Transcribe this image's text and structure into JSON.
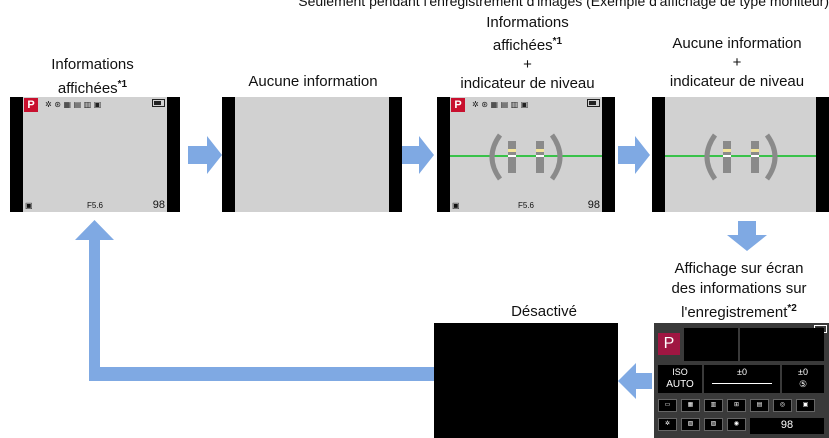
{
  "header_fragment": "Seulement pendant l'enregistrement d'images (Exemple d'affichage de type moniteur)",
  "labels": {
    "s1_line1": "Informations",
    "s1_line2": "affichées",
    "s1_note": "*1",
    "s2": "Aucune information",
    "s3_line1": "Informations",
    "s3_line2": "affichées",
    "s3_note": "*1",
    "s3_plus": "+",
    "s3_line3": "indicateur de niveau",
    "s4_line1": "Aucune information",
    "s4_plus": "+",
    "s4_line2": "indicateur de niveau",
    "s5_line1": "Affichage sur écran",
    "s5_line2": "des informations sur",
    "s5_line3": "l'enregistrement",
    "s5_note": "*2",
    "s6": "Désactivé"
  },
  "screen": {
    "mode": "P",
    "shots_remaining": "98",
    "aperture_text": "F5.6",
    "rec_iso_label": "ISO",
    "rec_iso_value": "AUTO",
    "rec_exposure": "±0",
    "rec_flash_comp": "±0",
    "rec_shots": "98"
  },
  "colors": {
    "arrow": "#7fa9e3",
    "level_line": "#39c24a",
    "p_badge": "#c8102e",
    "screen_bg": "#d1d1d1"
  }
}
